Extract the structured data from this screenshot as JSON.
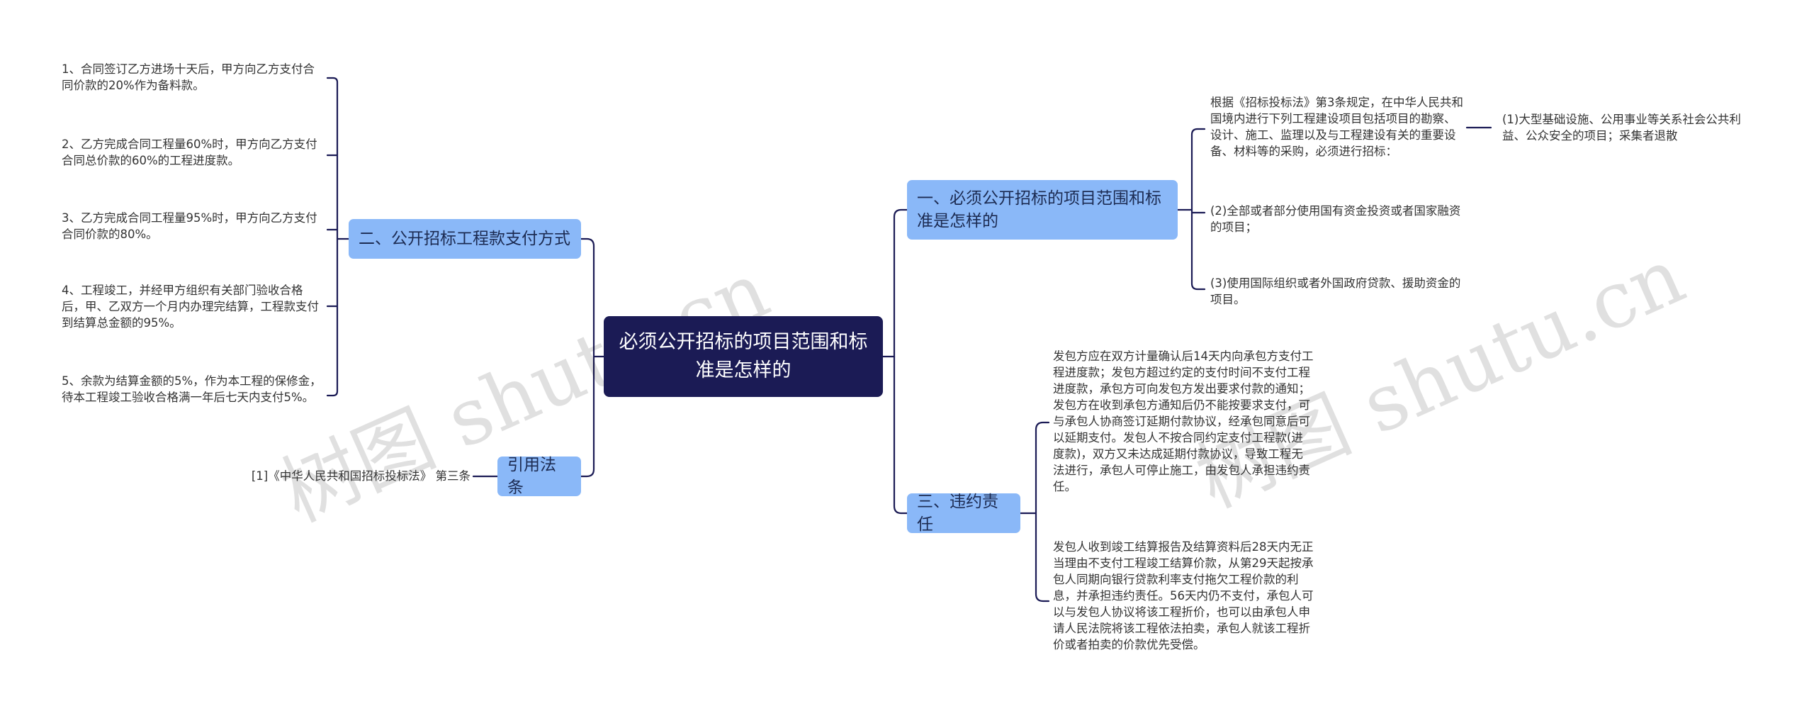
{
  "root": {
    "label": "必须公开招标的项目范围和标准是怎样的"
  },
  "left_branches": [
    {
      "label": "二、公开招标工程款支付方式",
      "children": [
        "1、合同签订乙方进场十天后，甲方向乙方支付合同价款的20%作为备料款。",
        "2、乙方完成合同工程量60%时，甲方向乙方支付合同总价款的60%的工程进度款。",
        "3、乙方完成合同工程量95%时，甲方向乙方支付合同价款的80%。",
        "4、工程竣工，并经甲方组织有关部门验收合格后，甲、乙双方一个月内办理完结算，工程款支付到结算总金额的95%。",
        "5、余款为结算金额的5%，作为本工程的保修金，待本工程竣工验收合格满一年后七天内支付5%。"
      ]
    },
    {
      "label": "引用法条",
      "children": [
        "[1]《中华人民共和国招标投标法》 第三条"
      ]
    }
  ],
  "right_branches": [
    {
      "label": "一、必须公开招标的项目范围和标准是怎样的",
      "children": [
        {
          "text": "根据《招标投标法》第3条规定，在中华人民共和国境内进行下列工程建设项目包括项目的勘察、设计、施工、监理以及与工程建设有关的重要设备、材料等的采购，必须进行招标：",
          "children": [
            "(1)大型基础设施、公用事业等关系社会公共利益、公众安全的项目；采集者退散"
          ]
        },
        {
          "text": "(2)全部或者部分使用国有资金投资或者国家融资的项目；"
        },
        {
          "text": "(3)使用国际组织或者外国政府贷款、援助资金的项目。"
        }
      ]
    },
    {
      "label": "三、违约责任",
      "children": [
        {
          "text": "发包方应在双方计量确认后14天内向承包方支付工程进度款；发包方超过约定的支付时间不支付工程进度款，承包方可向发包方发出要求付款的通知；发包方在收到承包方通知后仍不能按要求支付，可与承包人协商签订延期付款协议，经承包同意后可以延期支付。发包人不按合同约定支付工程款(进度款)，双方又未达成延期付款协议，导致工程无法进行，承包人可停止施工，由发包人承担违约责任。"
        },
        {
          "text": "发包人收到竣工结算报告及结算资料后28天内无正当理由不支付工程竣工结算价款，从第29天起按承包人同期向银行贷款利率支付拖欠工程价款的利息，并承担违约责任。56天内仍不支付，承包人可以与发包人协议将该工程折价，也可以由承包人申请人民法院将该工程依法拍卖，承包人就该工程折价或者拍卖的价款优先受偿。"
        }
      ]
    }
  ],
  "watermarks": [
    "树图 shutu.cn",
    "树图 shutu.cn"
  ],
  "colors": {
    "root_bg": "#1b1b55",
    "branch_bg": "#8ab8f8",
    "line": "#1b1b55"
  }
}
